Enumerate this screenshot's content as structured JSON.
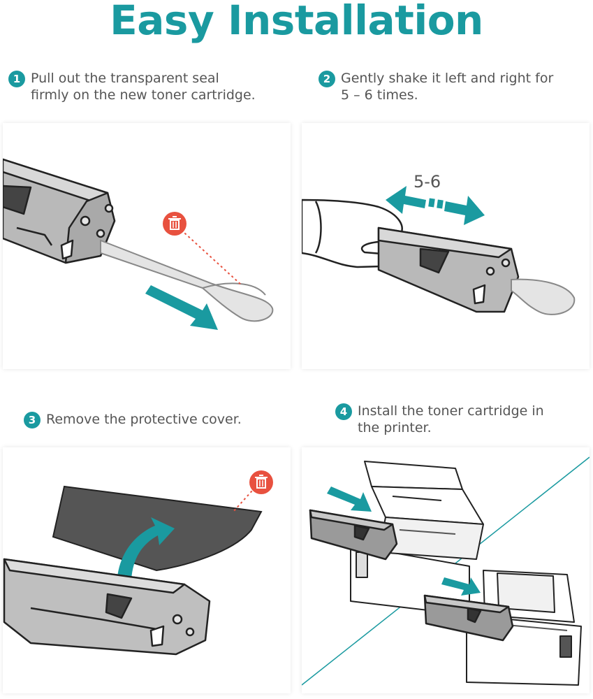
{
  "title": "Easy Installation",
  "steps": [
    {
      "number": "1",
      "text": "Pull out the transparent seal\nfirmly on the new toner cartridge."
    },
    {
      "number": "2",
      "text": "Gently shake it left and right for\n5 – 6 times."
    },
    {
      "number": "3",
      "text": "Remove the protective cover."
    },
    {
      "number": "4",
      "text": "Install the toner cartridge in\nthe printer."
    }
  ],
  "shake_label": "5-6",
  "icons": {
    "discard": "trash-icon",
    "accent_color": "#1a9aa0",
    "discard_color": "#e8513f"
  }
}
